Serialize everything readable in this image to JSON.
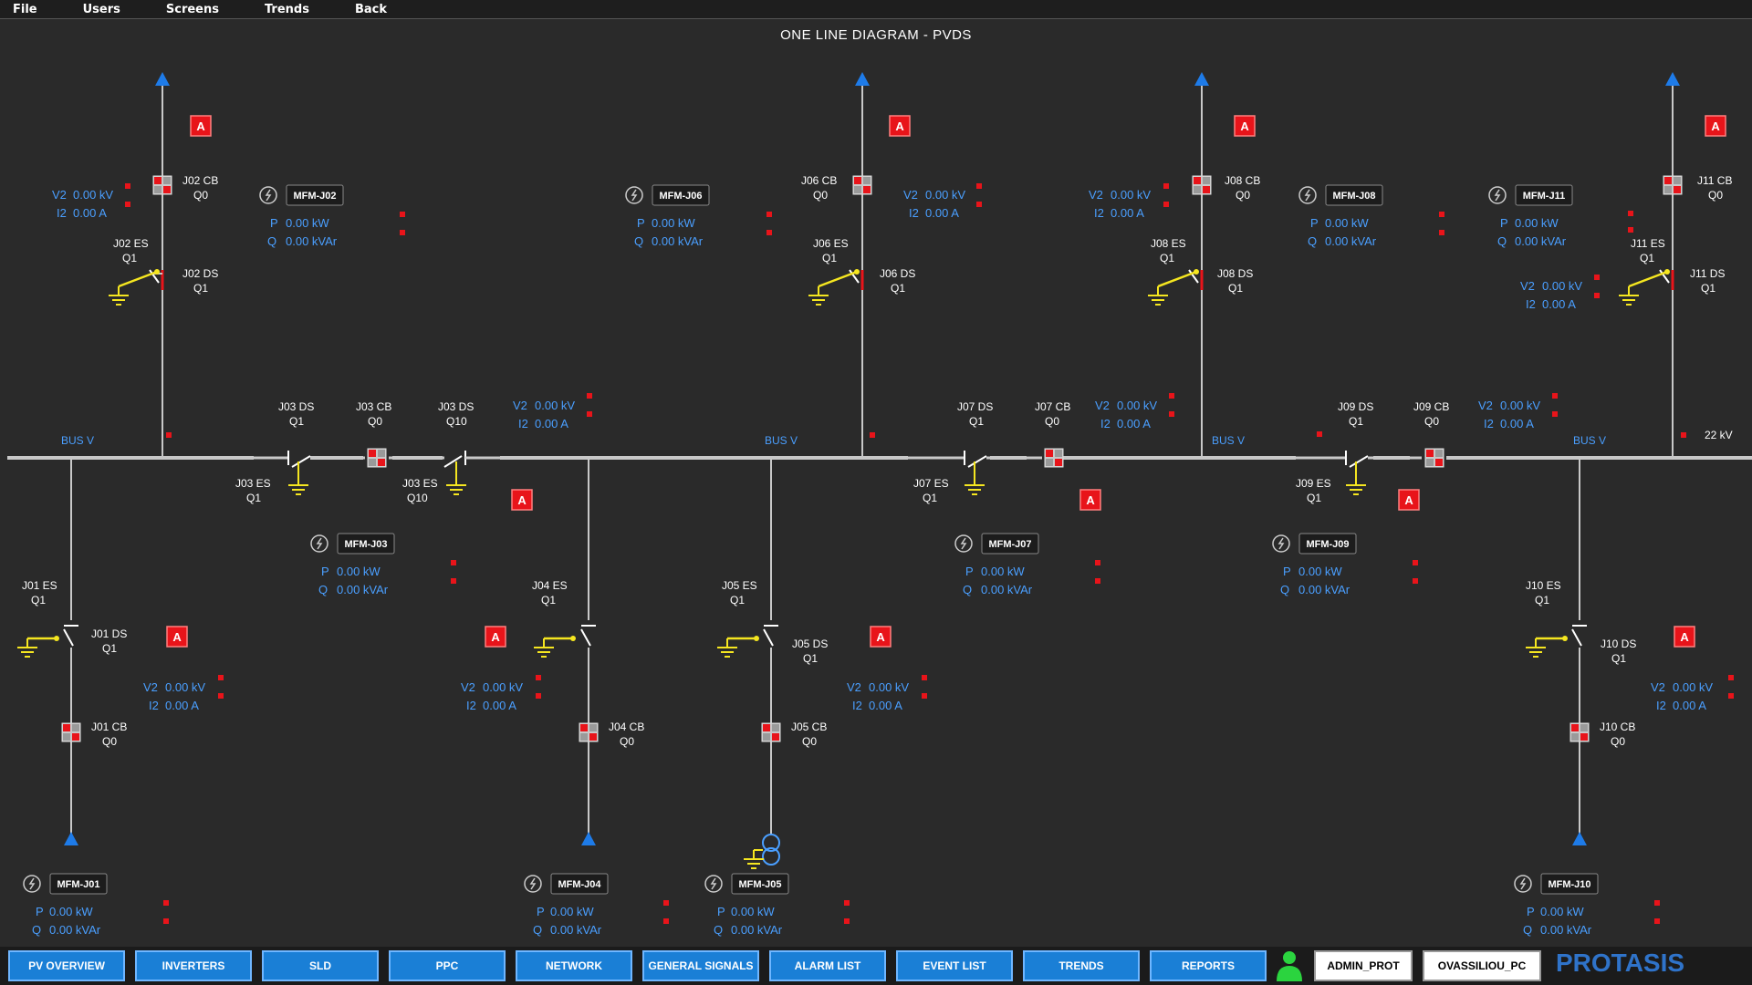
{
  "menu": [
    "File",
    "Users",
    "Screens",
    "Trends",
    "Back"
  ],
  "title": "ONE LINE DIAGRAM - PVDS",
  "bus_label": "BUS V",
  "bus_voltage": "22 kV",
  "alarm_symbol": "A",
  "colors": {
    "background": "#2a2a2a",
    "measure": "#4a9fff",
    "alarm": "#e8141a",
    "ground": "#f5e620",
    "arrow": "#1e7be8",
    "button": "#1a7fd6"
  },
  "top_feeders": [
    {
      "cb": "J02 CB",
      "cb_state": "Q0",
      "ds": "J02 DS",
      "ds_state": "Q1",
      "es": "J02 ES",
      "es_state": "Q1",
      "v2": "V2",
      "v2_val": "0.00 kV",
      "i2": "I2",
      "i2_val": "0.00 A"
    },
    {
      "cb": "J06 CB",
      "cb_state": "Q0",
      "ds": "J06 DS",
      "ds_state": "Q1",
      "es": "J06 ES",
      "es_state": "Q1",
      "v2": "V2",
      "v2_val": "0.00 kV",
      "i2": "I2",
      "i2_val": "0.00 A"
    },
    {
      "cb": "J08 CB",
      "cb_state": "Q0",
      "ds": "J08 DS",
      "ds_state": "Q1",
      "es": "J08 ES",
      "es_state": "Q1",
      "v2": "V2",
      "v2_val": "0.00 kV",
      "i2": "I2",
      "i2_val": "0.00 A"
    },
    {
      "cb": "J11 CB",
      "cb_state": "Q0",
      "ds": "J11 DS",
      "ds_state": "Q1",
      "es": "J11 ES",
      "es_state": "Q1",
      "v2": "V2",
      "v2_val": "0.00 kV",
      "i2": "I2",
      "i2_val": "0.00 A"
    }
  ],
  "meters": [
    {
      "name": "MFM-J02",
      "p": "P",
      "p_val": "0.00 kW",
      "q": "Q",
      "q_val": "0.00 kVAr"
    },
    {
      "name": "MFM-J06",
      "p": "P",
      "p_val": "0.00 kW",
      "q": "Q",
      "q_val": "0.00 kVAr"
    },
    {
      "name": "MFM-J08",
      "p": "P",
      "p_val": "0.00 kW",
      "q": "Q",
      "q_val": "0.00 kVAr"
    },
    {
      "name": "MFM-J11",
      "p": "P",
      "p_val": "0.00 kW",
      "q": "Q",
      "q_val": "0.00 kVAr"
    },
    {
      "name": "MFM-J03",
      "p": "P",
      "p_val": "0.00 kW",
      "q": "Q",
      "q_val": "0.00 kVAr"
    },
    {
      "name": "MFM-J07",
      "p": "P",
      "p_val": "0.00 kW",
      "q": "Q",
      "q_val": "0.00 kVAr"
    },
    {
      "name": "MFM-J09",
      "p": "P",
      "p_val": "0.00 kW",
      "q": "Q",
      "q_val": "0.00 kVAr"
    },
    {
      "name": "MFM-J01",
      "p": "P",
      "p_val": "0.00 kW",
      "q": "Q",
      "q_val": "0.00 kVAr"
    },
    {
      "name": "MFM-J04",
      "p": "P",
      "p_val": "0.00 kW",
      "q": "Q",
      "q_val": "0.00 kVAr"
    },
    {
      "name": "MFM-J05",
      "p": "P",
      "p_val": "0.00 kW",
      "q": "Q",
      "q_val": "0.00 kVAr"
    },
    {
      "name": "MFM-J10",
      "p": "P",
      "p_val": "0.00 kW",
      "q": "Q",
      "q_val": "0.00 kVAr"
    }
  ],
  "couplers": [
    {
      "ds1": "J03 DS",
      "ds1_state": "Q1",
      "cb": "J03 CB",
      "cb_state": "Q0",
      "ds2": "J03 DS",
      "ds2_state": "Q10",
      "es1": "J03 ES",
      "es1_state": "Q1",
      "es2": "J03 ES",
      "es2_state": "Q10",
      "v2": "V2",
      "v2_val": "0.00 kV",
      "i2": "I2",
      "i2_val": "0.00 A"
    },
    {
      "ds1": "J07 DS",
      "ds1_state": "Q1",
      "cb": "J07 CB",
      "cb_state": "Q0",
      "es1": "J07 ES",
      "es1_state": "Q1",
      "v2": "V2",
      "v2_val": "0.00 kV",
      "i2": "I2",
      "i2_val": "0.00 A"
    },
    {
      "ds1": "J09 DS",
      "ds1_state": "Q1",
      "cb": "J09 CB",
      "cb_state": "Q0",
      "es1": "J09 ES",
      "es1_state": "Q1",
      "v2": "V2",
      "v2_val": "0.00 kV",
      "i2": "I2",
      "i2_val": "0.00 A"
    }
  ],
  "bottom_feeders": [
    {
      "es": "J01 ES",
      "es_state": "Q1",
      "ds": "J01 DS",
      "ds_state": "Q1",
      "cb": "J01 CB",
      "cb_state": "Q0",
      "v2": "V2",
      "v2_val": "0.00 kV",
      "i2": "I2",
      "i2_val": "0.00 A"
    },
    {
      "es": "J04 ES",
      "es_state": "Q1",
      "cb": "J04 CB",
      "cb_state": "Q0",
      "v2": "V2",
      "v2_val": "0.00 kV",
      "i2": "I2",
      "i2_val": "0.00 A"
    },
    {
      "es": "J05 ES",
      "es_state": "Q1",
      "ds": "J05 DS",
      "ds_state": "Q1",
      "cb": "J05 CB",
      "cb_state": "Q0",
      "v2": "V2",
      "v2_val": "0.00 kV",
      "i2": "I2",
      "i2_val": "0.00 A"
    },
    {
      "es": "J10 ES",
      "es_state": "Q1",
      "ds": "J10 DS",
      "ds_state": "Q1",
      "cb": "J10 CB",
      "cb_state": "Q0",
      "v2": "V2",
      "v2_val": "0.00 kV",
      "i2": "I2",
      "i2_val": "0.00 A"
    }
  ],
  "nav_buttons": [
    "PV OVERVIEW",
    "INVERTERS",
    "SLD",
    "PPC",
    "NETWORK",
    "GENERAL SIGNALS",
    "ALARM LIST",
    "EVENT LIST",
    "TRENDS",
    "REPORTS"
  ],
  "user_role": "ADMIN_PROT",
  "user_station": "OVASSILIOU_PC",
  "brand": "PROTASIS"
}
